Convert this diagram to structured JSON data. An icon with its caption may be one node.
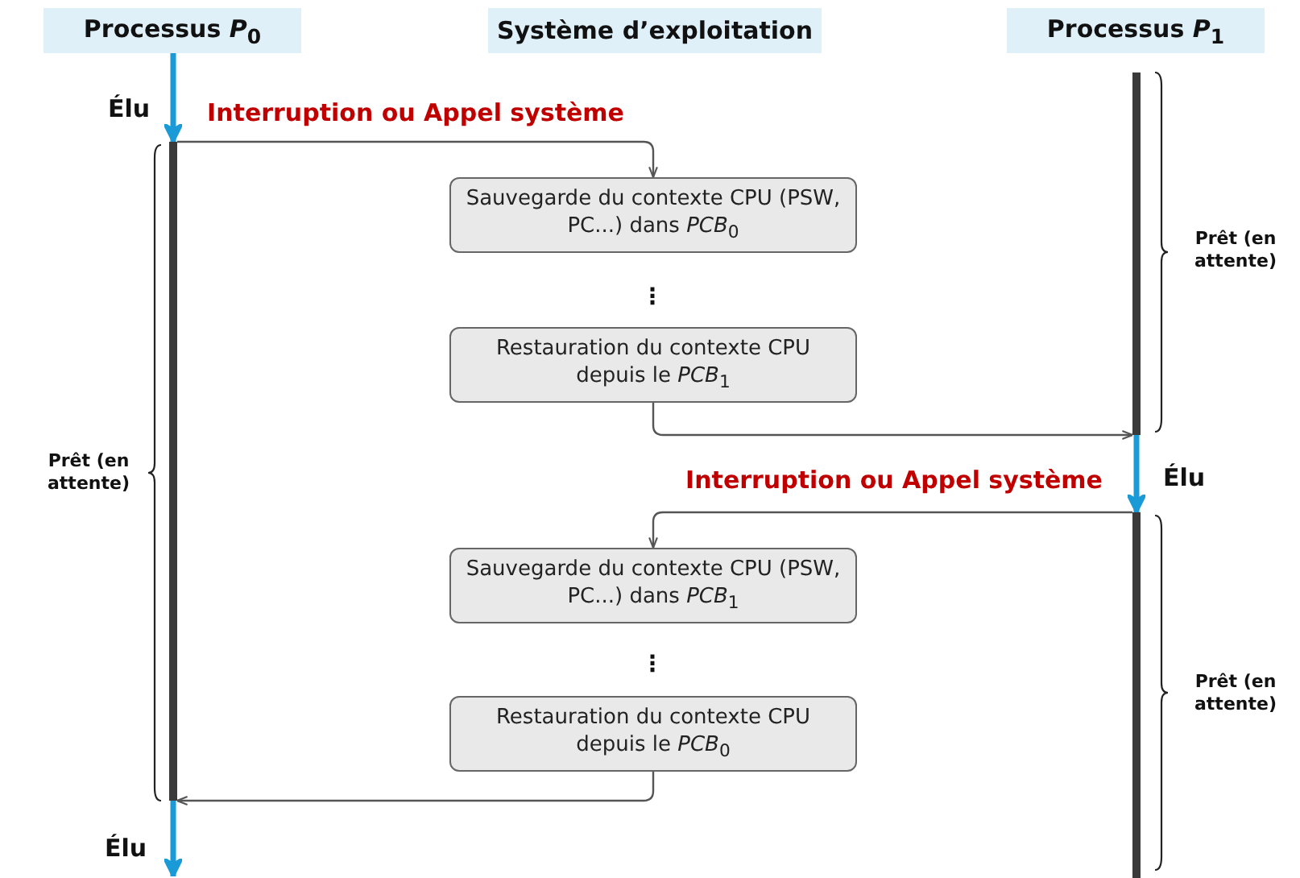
{
  "diagram": {
    "nodes": [
      {
        "text": [
          "Processus *P*$_{0}$"
        ]
      },
      {
        "text": [
          "Système d’exploitation"
        ]
      },
      {
        "text": [
          "Processus *P*$_{1}$"
        ]
      },
      {
        "text": [
          "Sauvegarde du contexte CPU (PSW, PC...) dans *PCB*$_{0}$"
        ]
      },
      {
        "text": [
          "Restauration du contexte CPU depuis le *PCB*$_{1}$"
        ]
      },
      {
        "text": [
          "Sauvegarde du contexte CPU (PSW, PC...) dans *PCB*$_{1}$"
        ]
      },
      {
        "text": [
          "Restauration du contexte CPU depuis le *PCB*$_{0}$"
        ]
      },
      {
        "text": [],
        "shape": "bar",
        "beside": [
          "Prêt (en attente)"
        ]
      },
      {
        "text": [],
        "shape": "bar",
        "beside": [
          "Prêt (en attente)"
        ]
      },
      {
        "text": [],
        "shape": "bar",
        "beside": [
          "Prêt (en attente)"
        ]
      }
    ],
    "edges": [
      {
        "from": 0,
        "to": 7,
        "arrow": "to",
        "style": "thick",
        "color": "#1a9ad6"
      },
      {
        "from": 7,
        "to": 3,
        "arrow": "to",
        "label": "Interruption ou Appel système"
      },
      {
        "from": 4,
        "to": 8,
        "arrow": "to"
      },
      {
        "from": 8,
        "to": 9,
        "arrow": "to",
        "style": "thick",
        "color": "#1a9ad6"
      },
      {
        "from": 9,
        "to": 5,
        "arrow": "to",
        "label": "Interruption ou Appel système"
      },
      {
        "from": 6,
        "to": 7,
        "arrow": "to"
      },
      {
        "from": 7,
        "to": null,
        "arrow": "to",
        "style": "thick",
        "color": "#1a9ad6"
      }
    ],
    "labels": [
      "Élu",
      "⋮",
      "Élu",
      "⋮",
      "Élu"
    ]
  }
}
